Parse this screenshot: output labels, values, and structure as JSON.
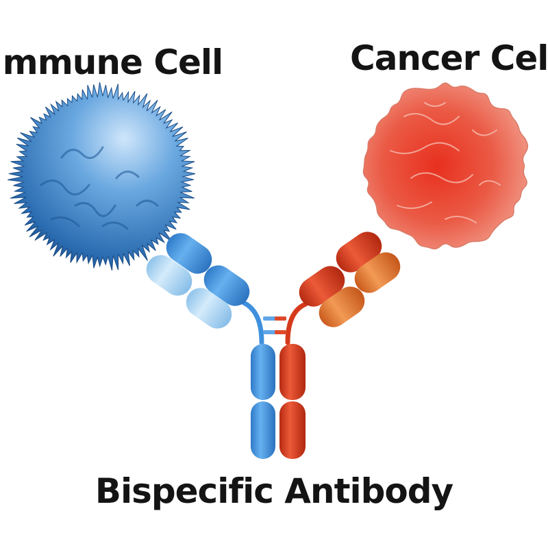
{
  "labels": {
    "immune_cell": "Immune Cell",
    "cancer_cell": "Cancer Cell",
    "antibody": "Bispecific Antibody"
  },
  "colors": {
    "immune_dark": "#1e5b9e",
    "immune_light": "#6aa8e0",
    "cancer_dark": "#d8452e",
    "cancer_light": "#f4b5a5",
    "blue_arm": "#3f90dd",
    "light_blue_arm": "#a8d2f2",
    "red_arm": "#d53a1c",
    "orange_arm": "#e5762c"
  }
}
